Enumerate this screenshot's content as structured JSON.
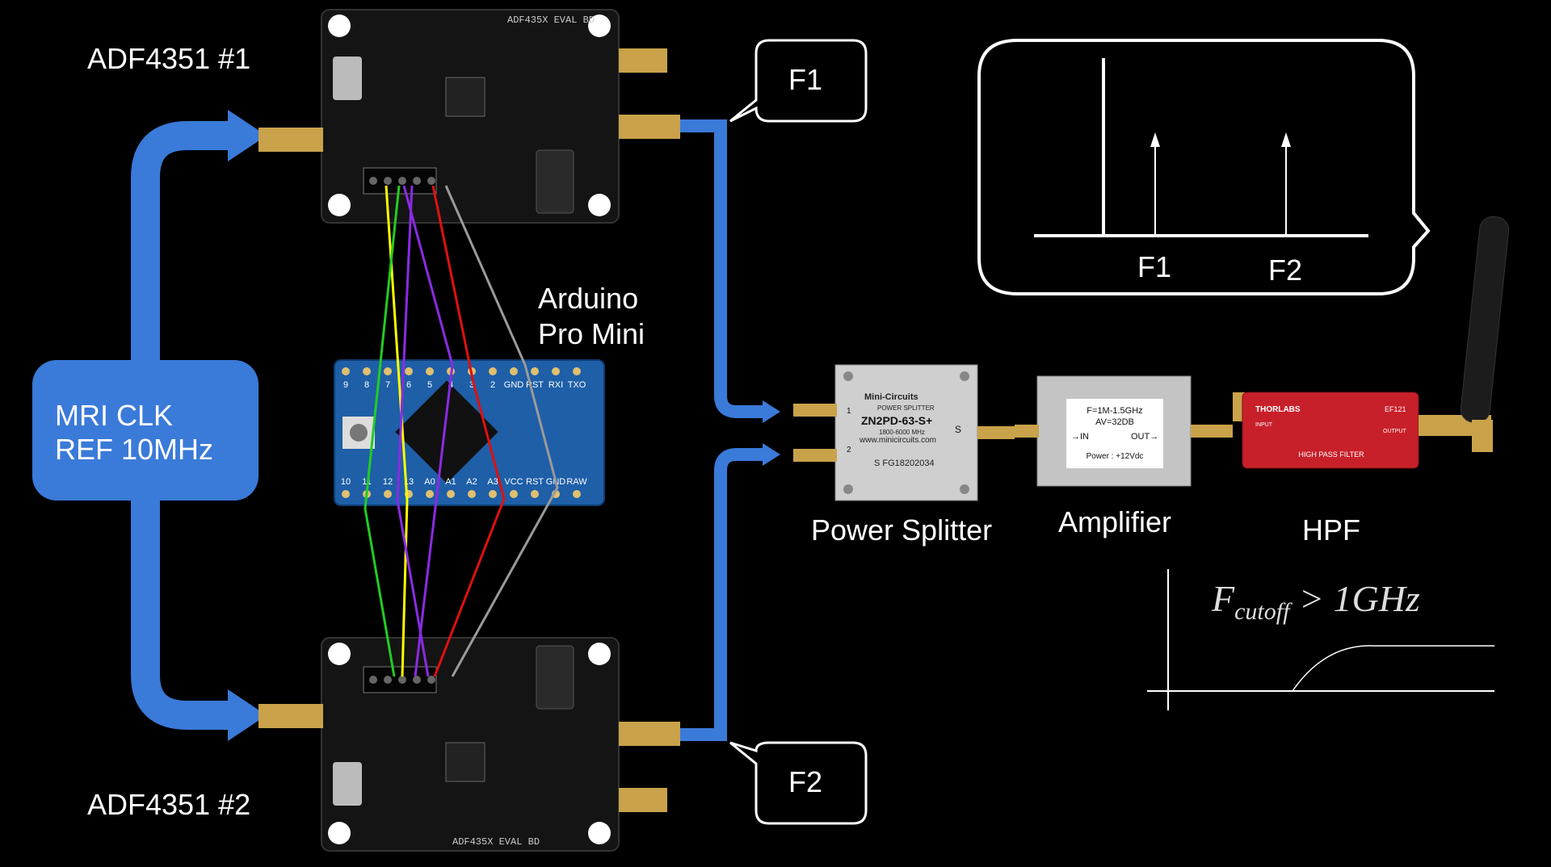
{
  "labels": {
    "adf1": "ADF4351 #1",
    "adf2": "ADF4351 #2",
    "arduino_line1": "Arduino",
    "arduino_line2": "Pro Mini",
    "mri_line1": "MRI CLK",
    "mri_line2": "REF 10MHz",
    "f1_callout": "F1",
    "f2_callout": "F2",
    "spectrum_f1": "F1",
    "spectrum_f2": "F2",
    "power_splitter": "Power Splitter",
    "amplifier": "Amplifier",
    "hpf": "HPF",
    "formula_main": "F",
    "formula_sub": "cutoff",
    "formula_rest": " > 1GHz"
  },
  "devices": {
    "splitter_brand": "Mini-Circuits",
    "splitter_sub": "POWER SPLITTER",
    "splitter_model": "ZN2PD-63-S+",
    "splitter_range": "1800-6000 MHz",
    "splitter_web": "www.minicircuits.com",
    "splitter_serial": "S FG18202034",
    "splitter_port1": "1",
    "splitter_port2": "2",
    "splitter_portS": "S",
    "amp_line1": "F=1M-1.5GHz",
    "amp_line2": "AV=32DB",
    "amp_in": "→IN",
    "amp_out": "OUT→",
    "amp_power": "Power : +12Vdc",
    "hpf_brand": "THORLABS",
    "hpf_model": "EF121",
    "hpf_caption": "HIGH PASS FILTER",
    "hpf_input": "INPUT",
    "hpf_output": "OUTPUT",
    "board_title_top": "ADF435X EVAL BD",
    "board_title_bottom": "ADF435X EVAL BD",
    "arduino_pins_top": [
      "9",
      "8",
      "7",
      "6",
      "5",
      "4",
      "3",
      "2",
      "GND",
      "RST",
      "RXI",
      "TXO"
    ],
    "arduino_pins_bottom": [
      "10",
      "11",
      "12",
      "13",
      "A0",
      "A1",
      "A2",
      "A3",
      "VCC",
      "RST",
      "GND",
      "RAW"
    ]
  },
  "colors": {
    "arrow_blue": "#3a7ad8",
    "wire_yellow": "#ffff00",
    "wire_green": "#22cc22",
    "wire_purple": "#8a2be2",
    "wire_red": "#e01010",
    "wire_gray": "#9a9a9a",
    "board_black": "#141414",
    "arduino_blue": "#1e5fa8",
    "filter_red": "#c8202a"
  }
}
